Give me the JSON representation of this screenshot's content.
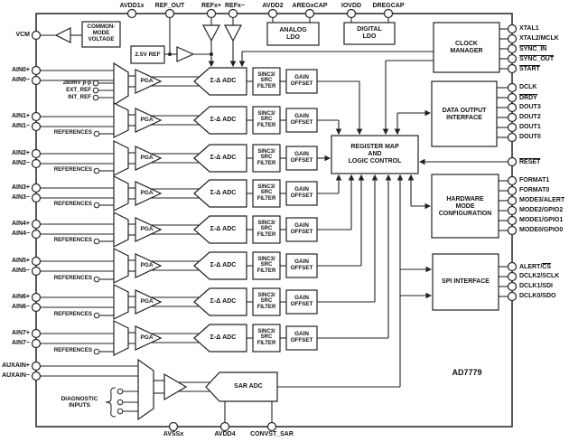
{
  "part_number": "AD7779",
  "pins": {
    "top": {
      "avdd1x": "AVDD1x",
      "ref_out": "REF_OUT",
      "refxp": "REFx+",
      "refxn": "REFx−",
      "avdd2": "AVDD2",
      "aregxcap": "AREGxCAP",
      "iovdd": "IOVDD",
      "dregcap": "DREGCAP"
    },
    "left": {
      "vcm": "VCM",
      "auxainp": "AUXAIN+",
      "auxainn": "AUXAIN−"
    },
    "analog_in": [
      [
        "AIN0+",
        "AIN0−"
      ],
      [
        "AIN1+",
        "AIN1−"
      ],
      [
        "AIN2+",
        "AIN2−"
      ],
      [
        "AIN3+",
        "AIN3−"
      ],
      [
        "AIN4+",
        "AIN4−"
      ],
      [
        "AIN5+",
        "AIN5−"
      ],
      [
        "AIN6+",
        "AIN6−"
      ],
      [
        "AIN7+",
        "AIN7−"
      ]
    ],
    "right": {
      "xtal1": "XTAL1",
      "xtal2": "XTAL2/MCLK",
      "sync_in": "SYNC_IN",
      "sync_out": "SYNC_OUT",
      "start": "START",
      "dclk": "DCLK",
      "drdy": "DRDY",
      "dout3": "DOUT3",
      "dout2": "DOUT2",
      "dout1": "DOUT1",
      "dout0": "DOUT0",
      "reset": "RESET",
      "format1": "FORMAT1",
      "format0": "FORMAT0",
      "mode3": "MODE3/ALERT",
      "mode2": "MODE2/GPIO2",
      "mode1": "MODE1/GPIO1",
      "mode0": "MODE0/GPIO0",
      "alert_pre": "ALERT/",
      "alert_cs": "CS",
      "dclk2": "DCLK2/SCLK",
      "dclk1": "DCLK1/SDI",
      "dclk0": "DCLK0/SDO"
    },
    "bottom": {
      "avssx": "AVSSx",
      "avdd4": "AVDD4",
      "convst_sar": "CONVST_SAR"
    }
  },
  "channel0_ref_options": [
    "280mV p-p",
    "EXT_REF",
    "INT_REF"
  ],
  "references_label": "REFERENCES",
  "blocks": {
    "common_mode": "COMMON-\nMODE\nVOLTAGE",
    "ref": "2.5V REF",
    "analog_ldo": "ANALOG\nLDO",
    "digital_ldo": "DIGITAL\nLDO",
    "clock_manager": "CLOCK\nMANAGER",
    "data_output": "DATA OUTPUT\nINTERFACE",
    "register_map": "REGISTER MAP\nAND\nLOGIC CONTROL",
    "hardware_mode": "HARDWARE\nMODE\nCONFIGURATION",
    "spi": "SPI INTERFACE",
    "pga": "PGA",
    "sd_adc": "Σ-Δ ADC",
    "filter": "SINC3/\nSRC\nFILTER",
    "gain": "GAIN\nOFFSET",
    "sar_adc": "SAR ADC",
    "diagnostic": "DIAGNOSTIC\nINPUTS"
  },
  "colors": {
    "line": "#222222",
    "text": "#111111",
    "background": "#ffffff"
  }
}
